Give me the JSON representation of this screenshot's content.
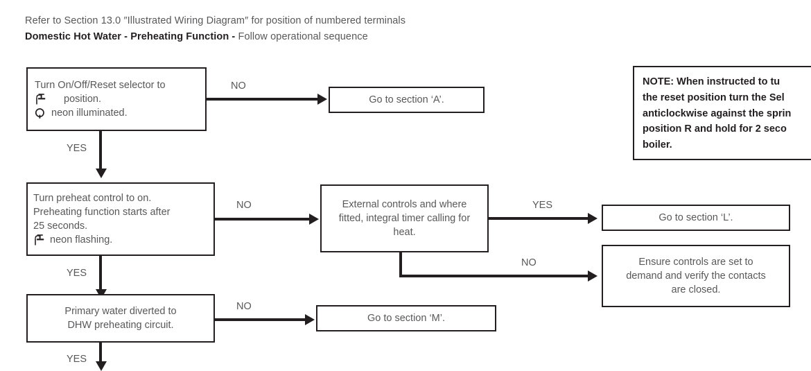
{
  "header": {
    "line1": "Refer to Section 13.0 ″Illustrated Wiring Diagram″ for position of numbered terminals",
    "line2_bold": "Domestic Hot Water - Preheating Function -",
    "line2_rest": " Follow operational sequence"
  },
  "nodes": {
    "selector": {
      "line1": "Turn On/Off/Reset selector to",
      "line2_icon": "faucet-icon",
      "line2": "position.",
      "line3_icon": "neon-lamp-icon",
      "line3": "neon illuminated."
    },
    "preheat": {
      "line1": "Turn preheat control to on.",
      "line2": "Preheating function starts after",
      "line3": "25 seconds.",
      "line4_icon": "faucet-icon",
      "line4": "neon flashing."
    },
    "primary_water": {
      "line1": "Primary water diverted to",
      "line2": "DHW preheating circuit."
    },
    "section_a": {
      "text": "Go to section ‘A’."
    },
    "section_m": {
      "text": "Go to section ‘M’."
    },
    "section_l": {
      "text": "Go to section ‘L’."
    },
    "external_controls": {
      "line1": "External controls and where",
      "line2": "fitted, integral timer  calling for",
      "line3": "heat."
    },
    "ensure_controls": {
      "line1": "Ensure controls are set to",
      "line2": "demand and verify the contacts",
      "line3": "are closed."
    },
    "note": {
      "line1": "NOTE: When instructed to tu",
      "line2": "the reset position turn the Sel",
      "line3": "anticlockwise against the sprin",
      "line4": "position R and hold for 2 seco",
      "line5": "boiler."
    }
  },
  "edges": {
    "selector_no": "NO",
    "selector_yes": "YES",
    "preheat_no": "NO",
    "preheat_yes": "YES",
    "primary_no": "NO",
    "primary_yes": "YES",
    "external_yes": "YES",
    "external_no": "NO"
  },
  "colors": {
    "line": "#231f20",
    "body_text": "#58585a",
    "background": "#ffffff"
  }
}
